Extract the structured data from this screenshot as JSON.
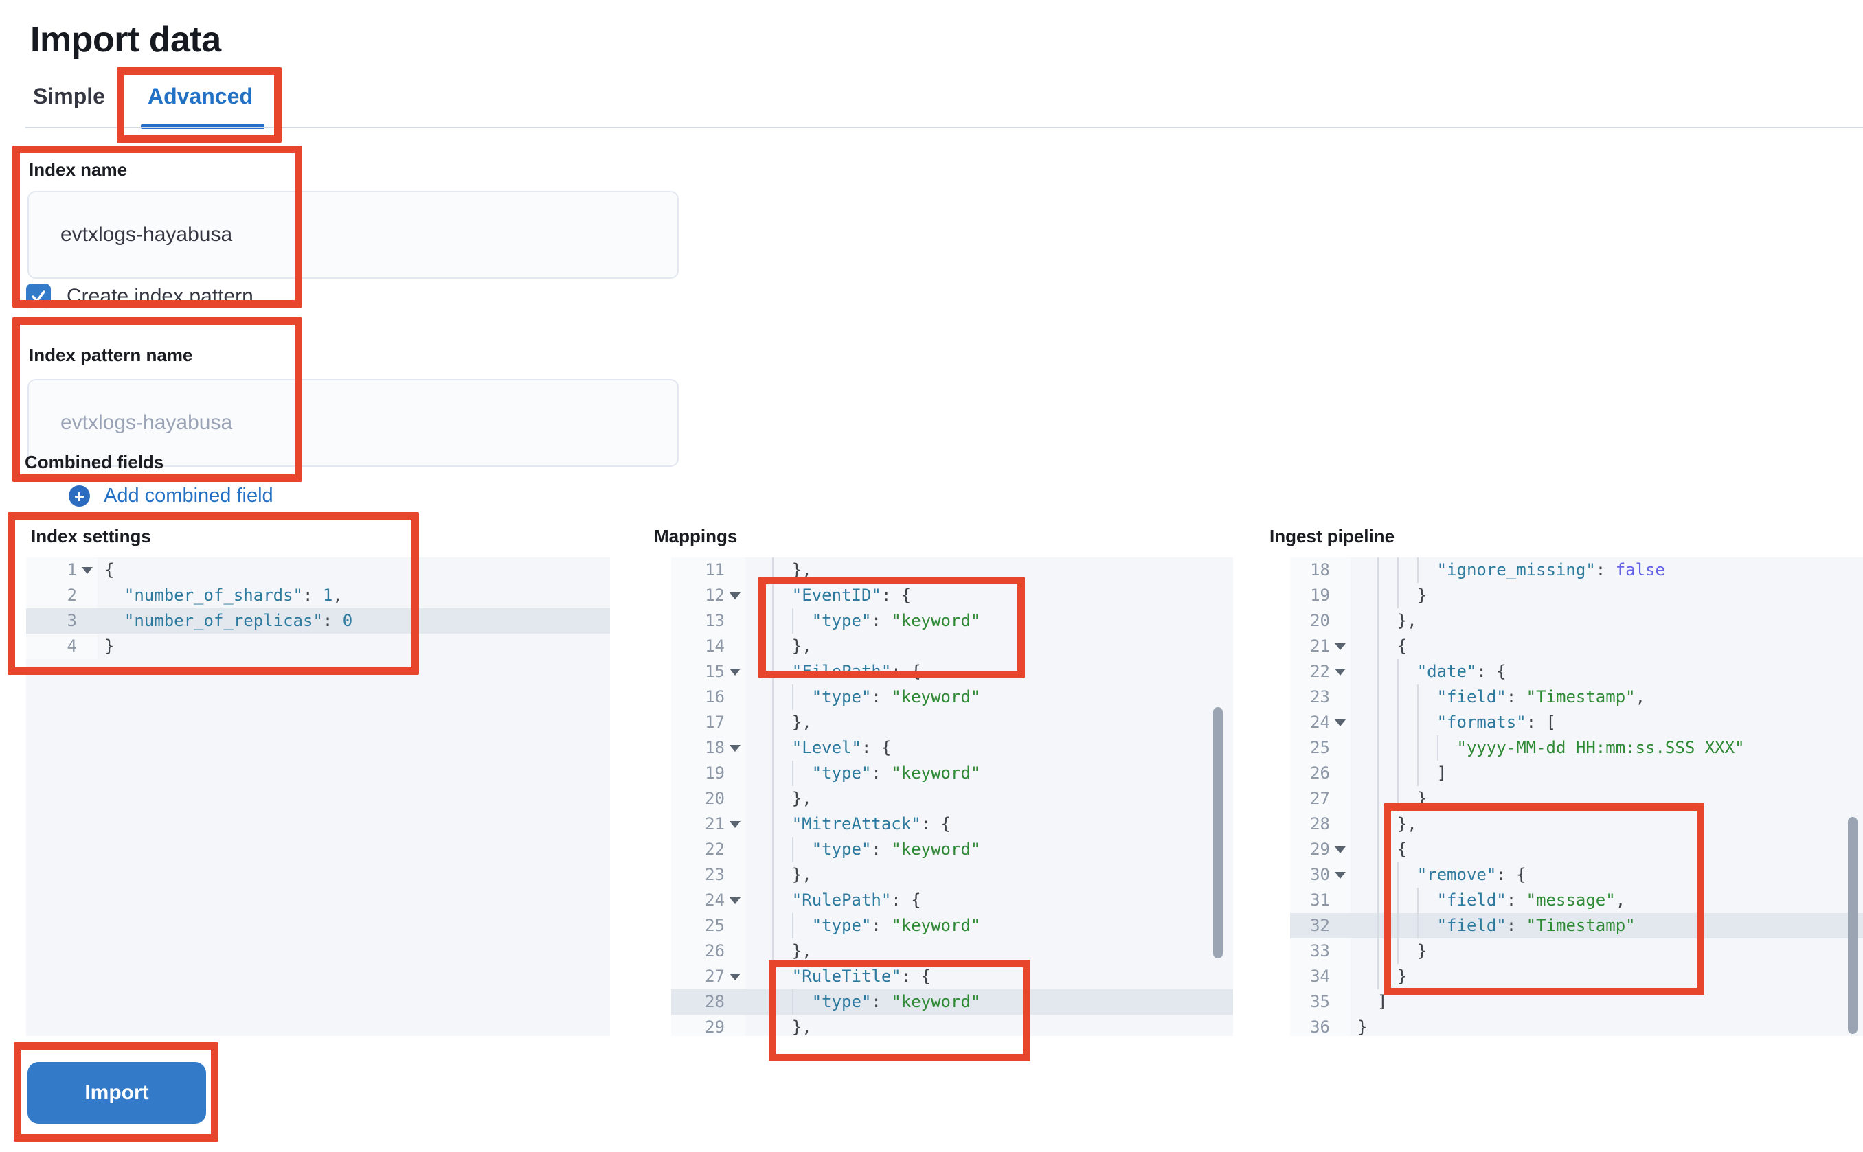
{
  "page": {
    "title": "Import data"
  },
  "tabs": {
    "simple": "Simple",
    "advanced": "Advanced",
    "selected": "Advanced"
  },
  "form": {
    "index_name": {
      "label": "Index name",
      "value": "evtxlogs-hayabusa"
    },
    "create_index_pattern": {
      "label": "Create index pattern",
      "checked": true
    },
    "index_pattern_name": {
      "label": "Index pattern name",
      "placeholder": "evtxlogs-hayabusa",
      "value": ""
    },
    "combined_fields": {
      "label": "Combined fields",
      "add_link_label": "Add combined field",
      "plus_icon": "+"
    }
  },
  "editors": [
    {
      "id": "index-settings",
      "label": "Index settings",
      "lines": [
        {
          "n": 1,
          "fold": true,
          "indent": 0,
          "tokens": [
            [
              "p",
              "{"
            ]
          ]
        },
        {
          "n": 2,
          "fold": false,
          "indent": 2,
          "tokens": [
            [
              "k",
              "\"number_of_shards\""
            ],
            [
              "p",
              ": "
            ],
            [
              "n",
              "1"
            ],
            [
              "p",
              ","
            ]
          ]
        },
        {
          "n": 3,
          "fold": false,
          "indent": 2,
          "hl": true,
          "tokens": [
            [
              "k",
              "\"number_of_replicas\""
            ],
            [
              "p",
              ": "
            ],
            [
              "n",
              "0"
            ]
          ]
        },
        {
          "n": 4,
          "fold": false,
          "indent": 0,
          "tokens": [
            [
              "p",
              "}"
            ]
          ]
        }
      ]
    },
    {
      "id": "mappings",
      "label": "Mappings",
      "lines": [
        {
          "n": 11,
          "fold": false,
          "indent": 4,
          "tokens": [
            [
              "p",
              "},"
            ]
          ]
        },
        {
          "n": 12,
          "fold": true,
          "indent": 4,
          "tokens": [
            [
              "k",
              "\"EventID\""
            ],
            [
              "p",
              ": {"
            ]
          ]
        },
        {
          "n": 13,
          "fold": false,
          "indent": 6,
          "tokens": [
            [
              "k",
              "\"type\""
            ],
            [
              "p",
              ": "
            ],
            [
              "s",
              "\"keyword\""
            ]
          ]
        },
        {
          "n": 14,
          "fold": false,
          "indent": 4,
          "tokens": [
            [
              "p",
              "},"
            ]
          ]
        },
        {
          "n": 15,
          "fold": true,
          "indent": 4,
          "tokens": [
            [
              "k",
              "\"FilePath\""
            ],
            [
              "p",
              ": {"
            ]
          ]
        },
        {
          "n": 16,
          "fold": false,
          "indent": 6,
          "tokens": [
            [
              "k",
              "\"type\""
            ],
            [
              "p",
              ": "
            ],
            [
              "s",
              "\"keyword\""
            ]
          ]
        },
        {
          "n": 17,
          "fold": false,
          "indent": 4,
          "tokens": [
            [
              "p",
              "},"
            ]
          ]
        },
        {
          "n": 18,
          "fold": true,
          "indent": 4,
          "tokens": [
            [
              "k",
              "\"Level\""
            ],
            [
              "p",
              ": {"
            ]
          ]
        },
        {
          "n": 19,
          "fold": false,
          "indent": 6,
          "tokens": [
            [
              "k",
              "\"type\""
            ],
            [
              "p",
              ": "
            ],
            [
              "s",
              "\"keyword\""
            ]
          ]
        },
        {
          "n": 20,
          "fold": false,
          "indent": 4,
          "tokens": [
            [
              "p",
              "},"
            ]
          ]
        },
        {
          "n": 21,
          "fold": true,
          "indent": 4,
          "tokens": [
            [
              "k",
              "\"MitreAttack\""
            ],
            [
              "p",
              ": {"
            ]
          ]
        },
        {
          "n": 22,
          "fold": false,
          "indent": 6,
          "tokens": [
            [
              "k",
              "\"type\""
            ],
            [
              "p",
              ": "
            ],
            [
              "s",
              "\"keyword\""
            ]
          ]
        },
        {
          "n": 23,
          "fold": false,
          "indent": 4,
          "tokens": [
            [
              "p",
              "},"
            ]
          ]
        },
        {
          "n": 24,
          "fold": true,
          "indent": 4,
          "tokens": [
            [
              "k",
              "\"RulePath\""
            ],
            [
              "p",
              ": {"
            ]
          ]
        },
        {
          "n": 25,
          "fold": false,
          "indent": 6,
          "tokens": [
            [
              "k",
              "\"type\""
            ],
            [
              "p",
              ": "
            ],
            [
              "s",
              "\"keyword\""
            ]
          ]
        },
        {
          "n": 26,
          "fold": false,
          "indent": 4,
          "tokens": [
            [
              "p",
              "},"
            ]
          ]
        },
        {
          "n": 27,
          "fold": true,
          "indent": 4,
          "tokens": [
            [
              "k",
              "\"RuleTitle\""
            ],
            [
              "p",
              ": {"
            ]
          ]
        },
        {
          "n": 28,
          "fold": false,
          "indent": 6,
          "hl": true,
          "tokens": [
            [
              "k",
              "\"type\""
            ],
            [
              "p",
              ": "
            ],
            [
              "s",
              "\"keyword\""
            ]
          ]
        },
        {
          "n": 29,
          "fold": false,
          "indent": 4,
          "tokens": [
            [
              "p",
              "},"
            ]
          ]
        }
      ]
    },
    {
      "id": "ingest-pipeline",
      "label": "Ingest pipeline",
      "lines": [
        {
          "n": 18,
          "fold": false,
          "indent": 8,
          "tokens": [
            [
              "k",
              "\"ignore_missing\""
            ],
            [
              "p",
              ": "
            ],
            [
              "b",
              "false"
            ]
          ]
        },
        {
          "n": 19,
          "fold": false,
          "indent": 6,
          "tokens": [
            [
              "p",
              "}"
            ]
          ]
        },
        {
          "n": 20,
          "fold": false,
          "indent": 4,
          "tokens": [
            [
              "p",
              "},"
            ]
          ]
        },
        {
          "n": 21,
          "fold": true,
          "indent": 4,
          "tokens": [
            [
              "p",
              "{"
            ]
          ]
        },
        {
          "n": 22,
          "fold": true,
          "indent": 6,
          "tokens": [
            [
              "k",
              "\"date\""
            ],
            [
              "p",
              ": {"
            ]
          ]
        },
        {
          "n": 23,
          "fold": false,
          "indent": 8,
          "tokens": [
            [
              "k",
              "\"field\""
            ],
            [
              "p",
              ": "
            ],
            [
              "s",
              "\"Timestamp\""
            ],
            [
              "p",
              ","
            ]
          ]
        },
        {
          "n": 24,
          "fold": true,
          "indent": 8,
          "tokens": [
            [
              "k",
              "\"formats\""
            ],
            [
              "p",
              ": ["
            ]
          ]
        },
        {
          "n": 25,
          "fold": false,
          "indent": 10,
          "tokens": [
            [
              "s",
              "\"yyyy-MM-dd HH:mm:ss.SSS XXX\""
            ]
          ]
        },
        {
          "n": 26,
          "fold": false,
          "indent": 8,
          "tokens": [
            [
              "p",
              "]"
            ]
          ]
        },
        {
          "n": 27,
          "fold": false,
          "indent": 6,
          "tokens": [
            [
              "p",
              "}"
            ]
          ]
        },
        {
          "n": 28,
          "fold": false,
          "indent": 4,
          "tokens": [
            [
              "p",
              "},"
            ]
          ]
        },
        {
          "n": 29,
          "fold": true,
          "indent": 4,
          "tokens": [
            [
              "p",
              "{"
            ]
          ]
        },
        {
          "n": 30,
          "fold": true,
          "indent": 6,
          "tokens": [
            [
              "k",
              "\"remove\""
            ],
            [
              "p",
              ": {"
            ]
          ]
        },
        {
          "n": 31,
          "fold": false,
          "indent": 8,
          "tokens": [
            [
              "k",
              "\"field\""
            ],
            [
              "p",
              ": "
            ],
            [
              "s",
              "\"message\""
            ],
            [
              "p",
              ","
            ]
          ]
        },
        {
          "n": 32,
          "fold": false,
          "indent": 8,
          "hl": true,
          "tokens": [
            [
              "k",
              "\"field\""
            ],
            [
              "p",
              ": "
            ],
            [
              "s",
              "\"Timestamp\""
            ]
          ]
        },
        {
          "n": 33,
          "fold": false,
          "indent": 6,
          "tokens": [
            [
              "p",
              "}"
            ]
          ]
        },
        {
          "n": 34,
          "fold": false,
          "indent": 4,
          "tokens": [
            [
              "p",
              "}"
            ]
          ]
        },
        {
          "n": 35,
          "fold": false,
          "indent": 2,
          "tokens": [
            [
              "p",
              "]"
            ]
          ]
        },
        {
          "n": 36,
          "fold": false,
          "indent": 0,
          "tokens": [
            [
              "p",
              "}"
            ]
          ]
        }
      ]
    }
  ],
  "import_button": {
    "label": "Import"
  },
  "colors": {
    "accent_blue": "#337ac9",
    "link_blue": "#2271c4",
    "annotation_red": "#e8462c",
    "code_key": "#2d7a9e",
    "code_string": "#2f8a35",
    "code_boolean": "#6563e8",
    "editor_bg": "#f4f6fa",
    "active_line_bg": "#e3e8ef"
  }
}
